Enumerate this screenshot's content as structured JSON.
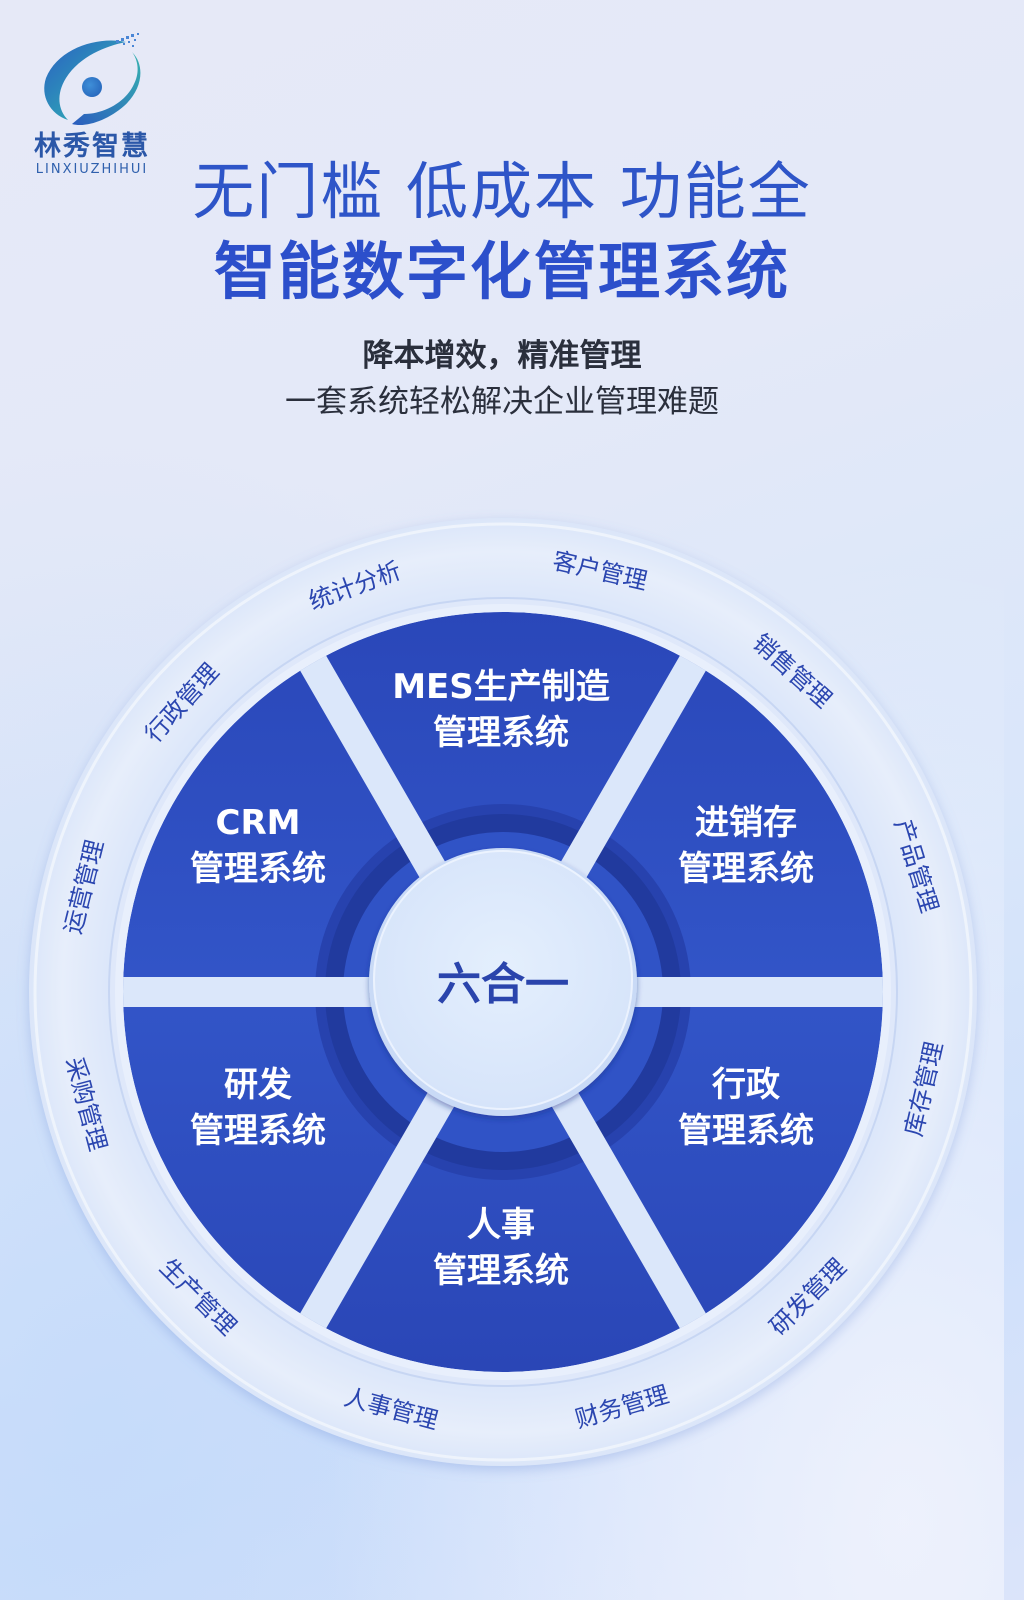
{
  "brand": {
    "name_cn": "林秀智慧",
    "name_en": "LINXIUZHIHUI",
    "logo_icon": "swirl-orbit-logo"
  },
  "headline": {
    "line1": "无门槛 低成本 功能全",
    "line2": "智能数字化管理系统"
  },
  "subheadline": {
    "bold": "降本增效，精准管理",
    "regular": "一套系统轻松解决企业管理难题"
  },
  "diagram": {
    "center_label": "六合一",
    "segments": [
      {
        "line1": "MES生产制造",
        "line2": "管理系统"
      },
      {
        "line1": "进销存",
        "line2": "管理系统"
      },
      {
        "line1": "行政",
        "line2": "管理系统"
      },
      {
        "line1": "人事",
        "line2": "管理系统"
      },
      {
        "line1": "研发",
        "line2": "管理系统"
      },
      {
        "line1": "CRM",
        "line2": "管理系统"
      }
    ],
    "ring_labels": [
      "统计分析",
      "客户管理",
      "销售管理",
      "产品管理",
      "库存管理",
      "研发管理",
      "财务管理",
      "人事管理",
      "生产管理",
      "采购管理",
      "运营管理",
      "行政管理"
    ]
  },
  "colors": {
    "segment_blue": "#2e4fc1",
    "segment_blue_dark": "#2440a8",
    "ring_text": "#2b46b0",
    "headline_blue": "#2e55c8",
    "body_text": "#2a2f3c",
    "ring_fill": "#e3ebfa"
  }
}
